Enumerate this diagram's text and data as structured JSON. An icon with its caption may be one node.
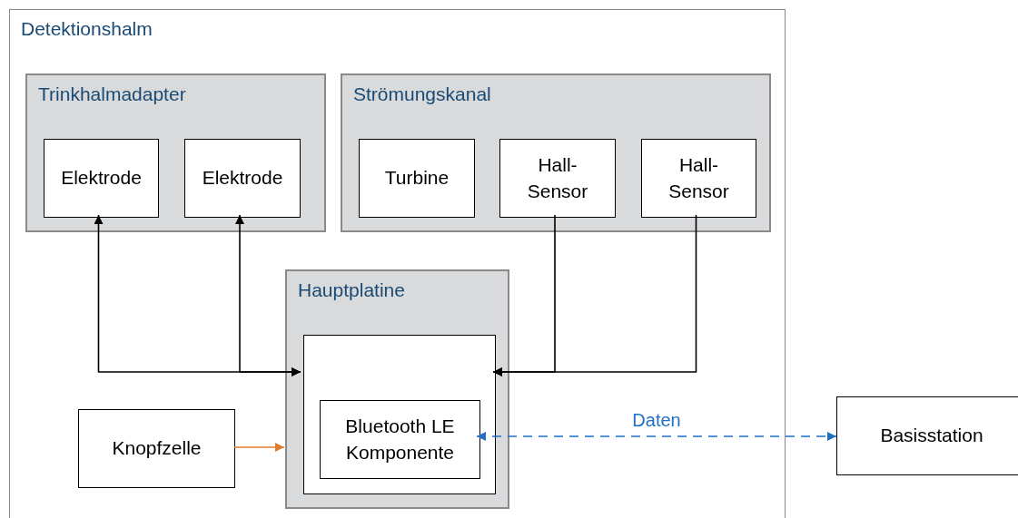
{
  "diagram": {
    "nodes": [
      {
        "text": [
          "Detektionshalm"
        ]
      },
      {
        "text": [
          "Trinkhalmadapter"
        ],
        "in": 0
      },
      {
        "text": [
          "Elektrode"
        ],
        "in": 1
      },
      {
        "text": [
          "Elektrode"
        ],
        "in": 1
      },
      {
        "text": [
          "Strömungskanal"
        ],
        "in": 0
      },
      {
        "text": [
          "Turbine"
        ],
        "in": 4
      },
      {
        "text": [
          "Hall- Sensor"
        ],
        "in": 4
      },
      {
        "text": [
          "Hall- Sensor"
        ],
        "in": 4
      },
      {
        "text": [
          "Hauptplatine"
        ],
        "in": 0
      },
      {
        "text": [],
        "shape": "box",
        "in": 8
      },
      {
        "text": [
          "Bluetooth LE Komponente"
        ],
        "in": 9
      },
      {
        "text": [
          "Knopfzelle"
        ],
        "in": 0
      },
      {
        "text": [
          "Basisstation"
        ]
      }
    ],
    "edges": [
      {
        "from": 9,
        "to": 2,
        "arrow": "both"
      },
      {
        "from": 9,
        "to": 3,
        "arrow": "both"
      },
      {
        "from": 6,
        "to": 9,
        "arrow": "to"
      },
      {
        "from": 7,
        "to": 9,
        "arrow": "to"
      },
      {
        "from": 11,
        "to": 8,
        "arrow": "to",
        "color": "#e07b2a"
      },
      {
        "from": 10,
        "to": 12,
        "arrow": "both",
        "style": "dashed",
        "color": "#1f6fc5",
        "label": "Daten"
      }
    ]
  }
}
